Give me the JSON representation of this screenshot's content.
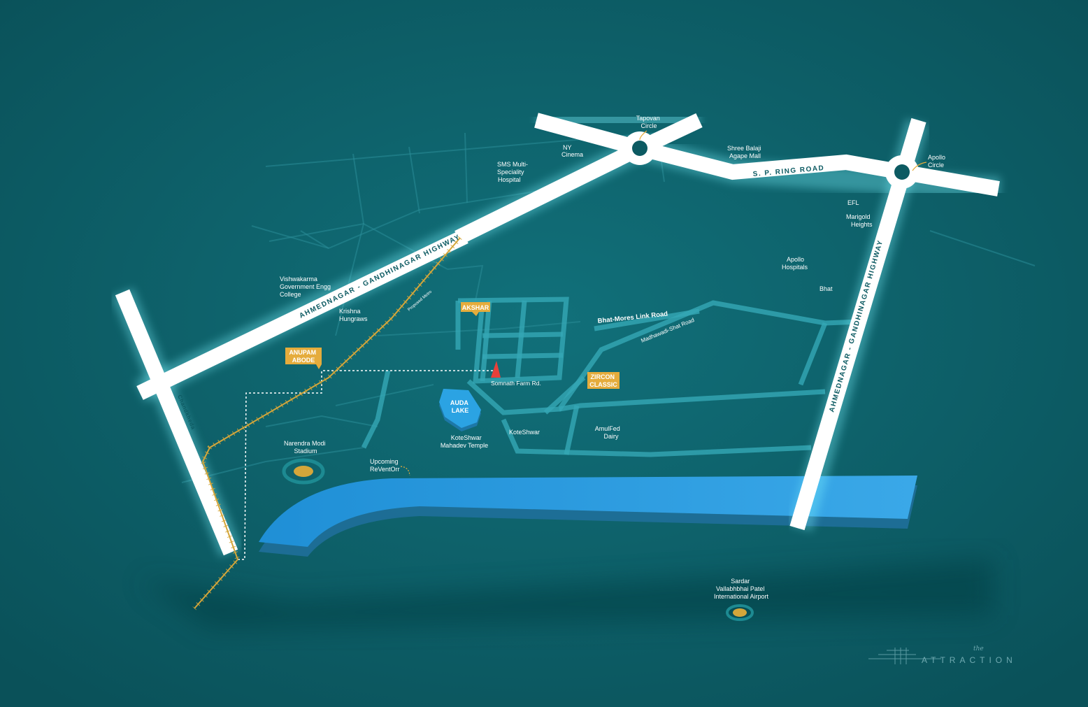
{
  "highways": {
    "left_highway": "AHMEDNAGAR - GANDHINAGAR HIGHWAY",
    "right_highway": "AHMEDNAGAR - GANDHINAGAR HIGHWAY",
    "ring_road": "S. P. RING ROAD",
    "west_road": "Chandkheda"
  },
  "roads": {
    "bhat_mores": "Bhat-Mores Link Road",
    "madhawadi": "Madhawadi-Shat Road",
    "somnath": "Somnath Farm Rd.",
    "metro": "Proposed Metro"
  },
  "circles": {
    "tapovan": [
      "Tapovan",
      "Circle"
    ],
    "apollo": [
      "Apollo",
      "Circle"
    ]
  },
  "landmarks": {
    "ny_cinema": [
      "NY",
      "Cinema"
    ],
    "sms_hospital": [
      "SMS Multi-",
      "Speciality",
      "Hospital"
    ],
    "shree_balaji": [
      "Shree Balaji",
      "Agape Mall"
    ],
    "efl": "EFL",
    "marigold": [
      "Marigold",
      "Heights"
    ],
    "apollo_hospitals": [
      "Apollo",
      "Hospitals"
    ],
    "bhat": "Bhat",
    "vishwakarma": [
      "Vishwakarma",
      "Government Engg",
      "College"
    ],
    "krishna": [
      "Krishna",
      "Hungraws"
    ],
    "narendra_modi": [
      "Narendra Modi",
      "Stadium"
    ],
    "upcoming_riverfront": [
      "Upcoming",
      "ReVentOrr"
    ],
    "koteshwar_temple": [
      "KoteShwar",
      "Mahadev Temple"
    ],
    "koteshwar": "KoteShwar",
    "amulfed": [
      "AmulFed",
      "Dairy"
    ],
    "airport": [
      "Sardar",
      "Vallabhbhai Patel",
      "International Airport"
    ],
    "auda_lake": [
      "AUDA",
      "LAKE"
    ]
  },
  "projects": {
    "akshar": "AKSHAR",
    "anupam": [
      "ANUPAM",
      "ABODE"
    ],
    "zircon": [
      "ZIRCON",
      "CLASSIC"
    ]
  },
  "branding": {
    "brand_small": "the",
    "brand": "ATTRACTION"
  },
  "colors": {
    "background": "#0c5a62",
    "highway": "#ffffff",
    "river": "#2e9fe0",
    "project_tag": "#e5ac3c",
    "marker": "#e8403a",
    "metro": "#d4a63a"
  }
}
